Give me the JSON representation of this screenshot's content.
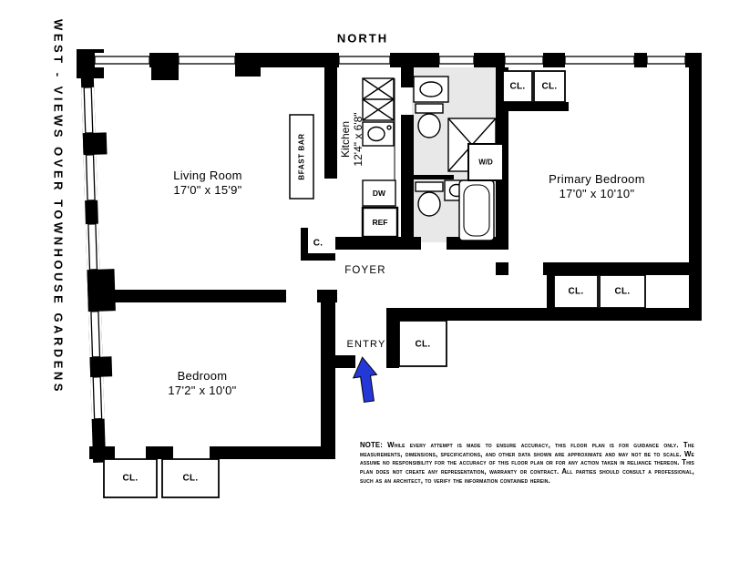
{
  "compass": {
    "north_label": "NORTH",
    "west_label": "WEST - VIEWS OVER TOWNHOUSE GARDENS"
  },
  "rooms": {
    "living_room": {
      "name": "Living Room",
      "dims": "17'0\" x 15'9\""
    },
    "kitchen": {
      "name": "Kitchen",
      "dims": "12'4\" x 6'8\""
    },
    "breakfast_bar": {
      "name": "BFAST BAR"
    },
    "primary_bedroom": {
      "name": "Primary Bedroom",
      "dims": "17'0\" x 10'10\""
    },
    "bedroom": {
      "name": "Bedroom",
      "dims": "17'2\" x 10'0\""
    },
    "foyer": {
      "name": "FOYER"
    },
    "entry": {
      "name": "ENTRY"
    }
  },
  "closets": {
    "primary_closet_left": "CL.",
    "primary_closet_right": "CL.",
    "hall_closet_left": "CL.",
    "hall_closet_right": "CL.",
    "entry_closet": "CL.",
    "bedroom_closet_left": "CL.",
    "bedroom_closet_right": "CL.",
    "foyer_closet": "C."
  },
  "appliances": {
    "washer_dryer": "W/D",
    "dishwasher": "DW",
    "refrigerator": "REF"
  },
  "disclaimer": {
    "label": "NOTE:",
    "text": "While every attempt is made to ensure accuracy, this floor plan is for guidance only. The measurements, dimensions, specifications, and other data shown are approximate and may not be to scale. We assume no responsibility for the accuracy of this floor plan or for any action taken in reliance thereon. This plan does not create any representation, warranty or contract. All parties should consult a professional, such as an architect, to verify the information contained herein."
  },
  "colors": {
    "walls": "#000000",
    "bathroom_fill": "#e8e8e8",
    "entry_arrow": "#2438d8"
  }
}
